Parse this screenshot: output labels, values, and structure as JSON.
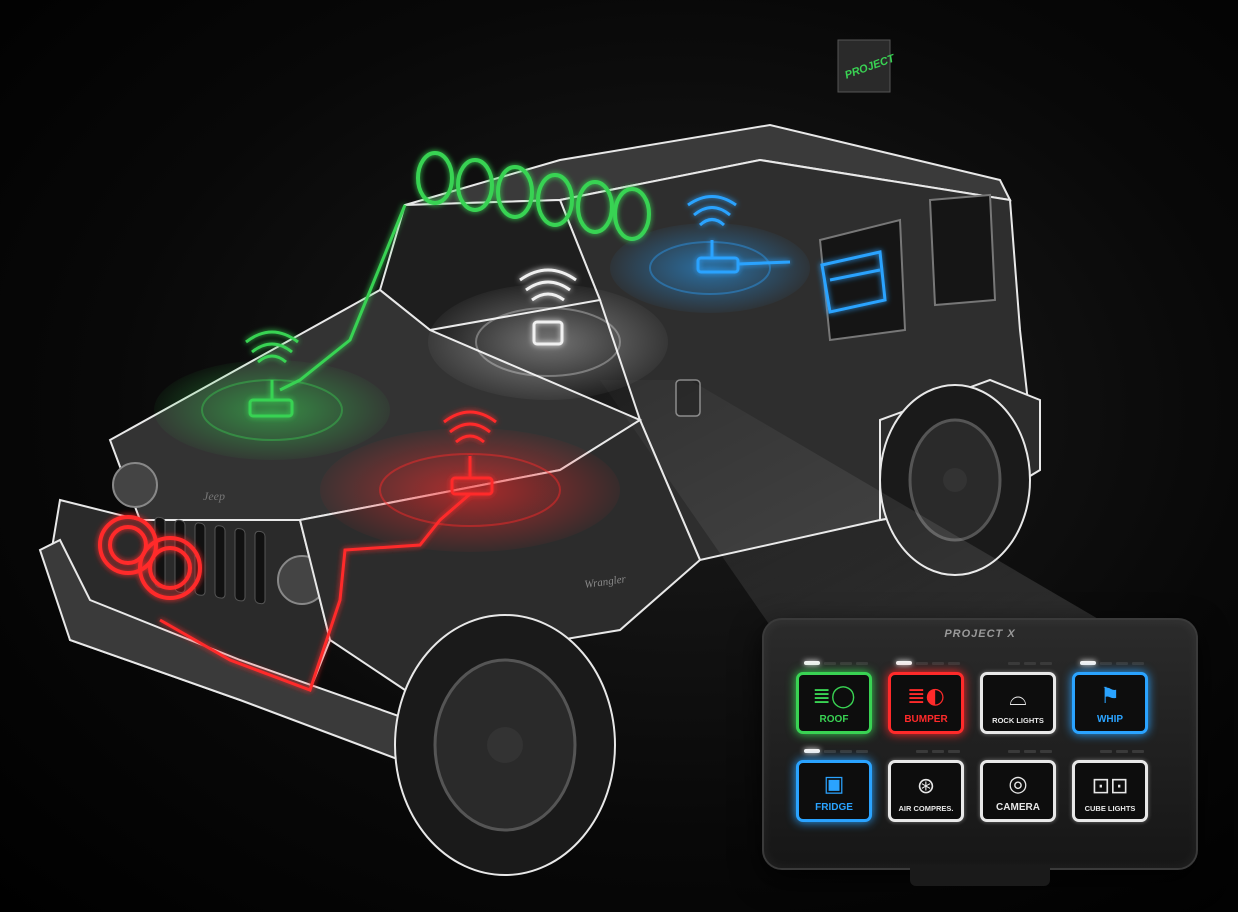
{
  "brand": "PROJECT X",
  "flag_text": "PROJECT",
  "vehicle": {
    "grille_badge": "Jeep",
    "side_badge": "Wrangler"
  },
  "colors": {
    "green": "#39d353",
    "red": "#ff2a2a",
    "blue": "#2aa3ff",
    "white": "#f0f0f0"
  },
  "panel": {
    "brand": "PROJECT X",
    "buttons": [
      {
        "label": "ROOF",
        "icon": "light-bar-icon",
        "glyph": "≣◯",
        "color": "#39d353",
        "active": true
      },
      {
        "label": "BUMPER",
        "icon": "bumper-light-icon",
        "glyph": "≣◐",
        "color": "#ff2a2a",
        "active": true
      },
      {
        "label": "ROCK LIGHTS",
        "icon": "rock-lights-icon",
        "glyph": "⌓",
        "color": "#e8e8e8",
        "active": false
      },
      {
        "label": "WHIP",
        "icon": "flag-icon",
        "glyph": "⚑",
        "color": "#2aa3ff",
        "active": true
      },
      {
        "label": "FRIDGE",
        "icon": "fridge-icon",
        "glyph": "▣",
        "color": "#2aa3ff",
        "active": true
      },
      {
        "label": "AIR COMPRES.",
        "icon": "air-compressor-icon",
        "glyph": "⊛",
        "color": "#e8e8e8",
        "active": false
      },
      {
        "label": "CAMERA",
        "icon": "camera-icon",
        "glyph": "◎",
        "color": "#e8e8e8",
        "active": false
      },
      {
        "label": "CUBE LIGHTS",
        "icon": "cube-lights-icon",
        "glyph": "⊡⊡",
        "color": "#e8e8e8",
        "active": false
      }
    ]
  }
}
